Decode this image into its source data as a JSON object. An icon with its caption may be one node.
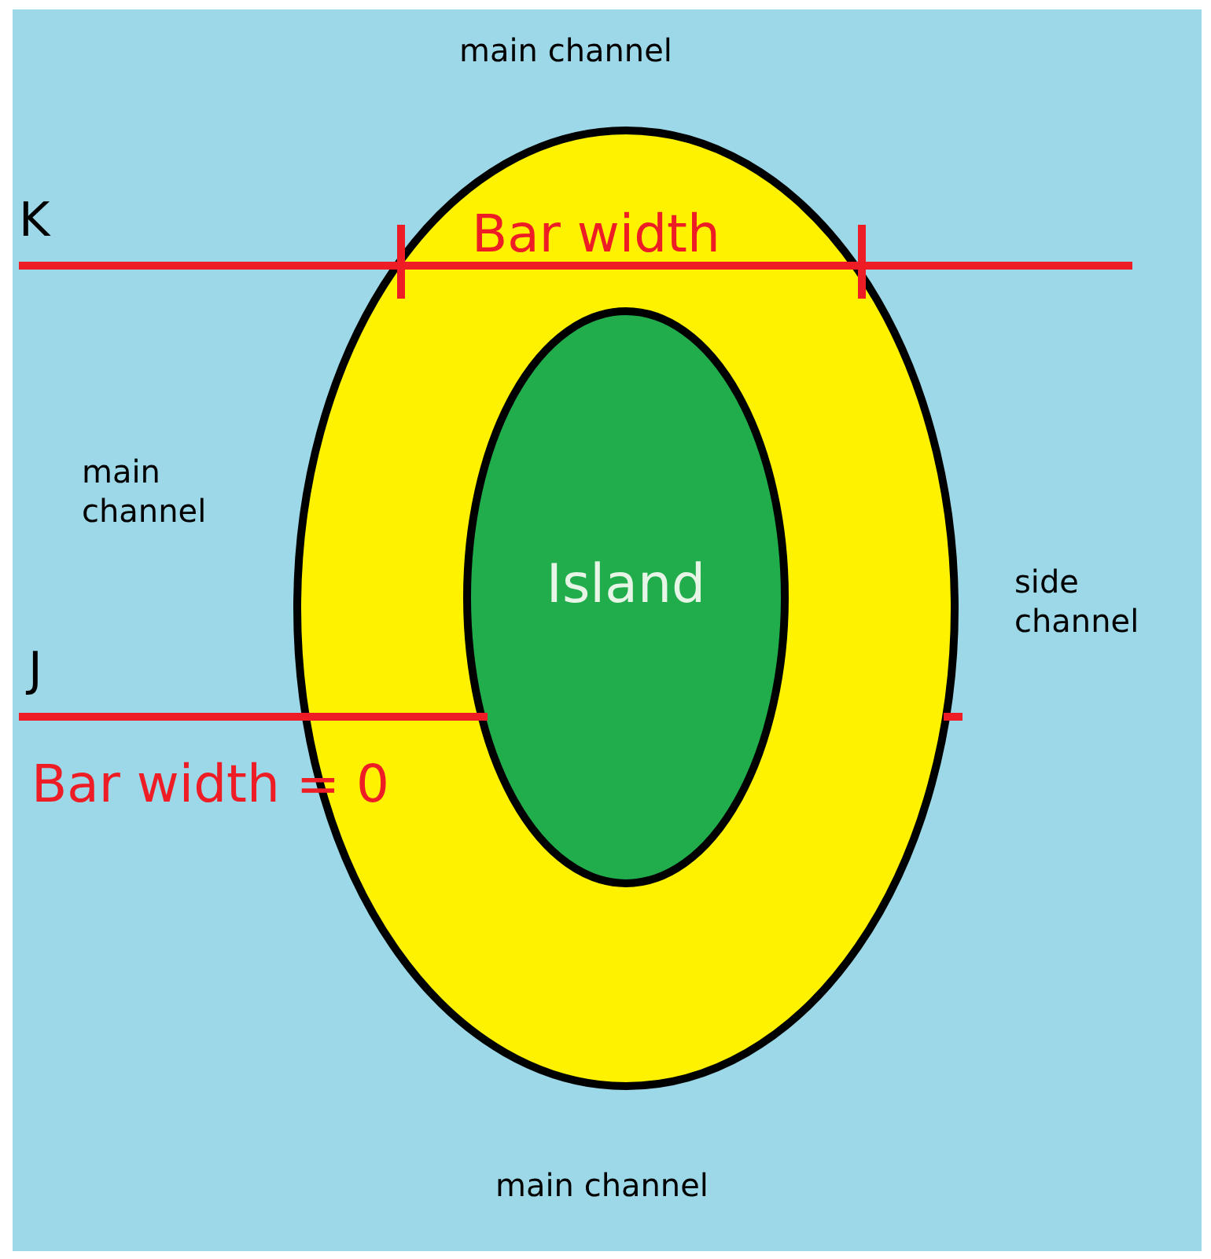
{
  "diagram": {
    "nodes": [
      {
        "text": [],
        "shape": "ellipse"
      },
      {
        "text": [
          "Island"
        ],
        "in": 0
      }
    ],
    "labels": [
      "main channel",
      "K",
      "Bar width",
      "main channel",
      "side channel",
      "J",
      "Bar width = 0",
      "main channel"
    ]
  }
}
